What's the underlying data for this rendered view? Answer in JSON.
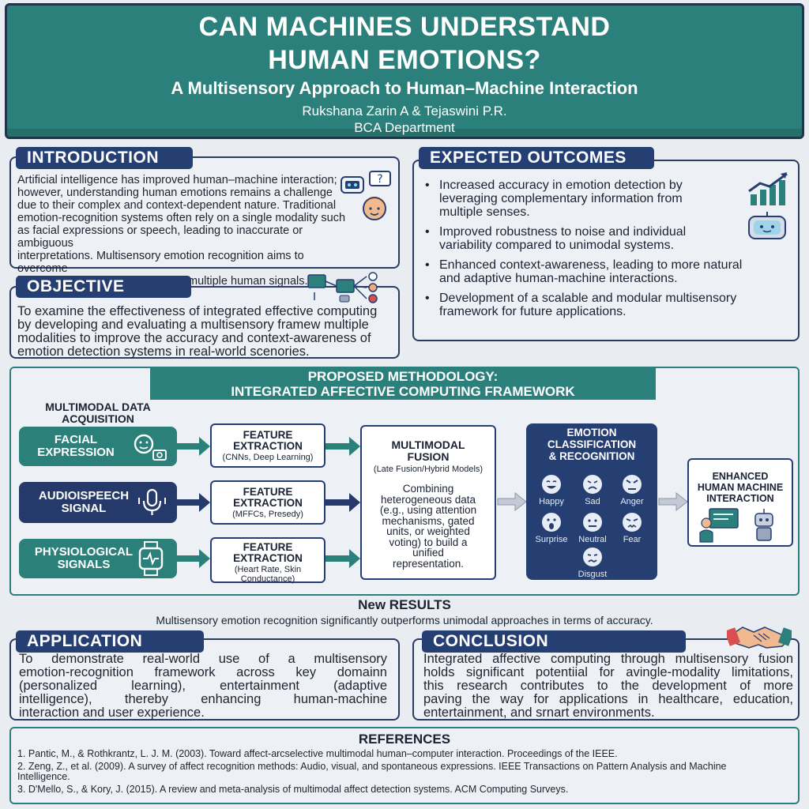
{
  "header": {
    "title_line1": "CAN MACHINES UNDERSTAND",
    "title_line2": "HUMAN EMOTIONS?",
    "subtitle": "A Multisensory Approach to Human–Machine Interaction",
    "authors": "Rukshana Zarin A & Tejaswini P.R.",
    "department": "BCA Department"
  },
  "introduction": {
    "heading": "INTRODUCTION",
    "text_lines": [
      "Artificial intelligence has improved human–machine interaction;",
      "however, understanding human emotions remains a challenge",
      "due to their complex and context-dependent nature. Traditional",
      "emotion-recognition systems often rely on a single modality such",
      "as facial expressions or speech, leading to inaccurate or ambiguous",
      "interpretations. Multisensory emotion recognition aims to overcome",
      "inherent limitations by integrating multiple human signals."
    ]
  },
  "objective": {
    "heading": "OBJECTIVE",
    "text_lines": [
      "To examine the effectiveness of integrated effective computing",
      "by developing and evaluating a multisensory framew multiple",
      "modalities to improve the accuracy and context-awareness of",
      "emotion detection systems in real-world scenories."
    ]
  },
  "outcomes": {
    "heading": "EXPECTED OUTCOMES",
    "items": [
      [
        "Increased accuracy in emotion detection by",
        "leveraging complementary information from",
        "multiple senses."
      ],
      [
        "Improved robustness to noise and individual",
        "variability compared to unimodal systems."
      ],
      [
        "Enhanced context-awareness, leading to more natural",
        "and adaptive human-machine interactions."
      ],
      [
        "Development of a scalable and modular multisensory",
        "framework for future applications."
      ]
    ]
  },
  "methodology": {
    "title_line1": "PROPOSED METHODOLOGY:",
    "title_line2": "INTEGRATED AFFECTIVE COMPUTING FRAMEWORK",
    "acquisition_label_line1": "MULTIMODAL DATA",
    "acquisition_label_line2": "ACQUISITION",
    "inputs": [
      {
        "line1": "FACIAL",
        "line2": "EXPRESSION"
      },
      {
        "line1": "AUDIOISPEECH",
        "line2": "SIGNAL"
      },
      {
        "line1": "PHYSIOLOGICAL",
        "line2": "SIGNALS"
      }
    ],
    "features": [
      {
        "title_line1": "FEATURE",
        "title_line2": "EXTRACTION",
        "sub_line1": "(CNNs, Deep Learning)",
        "sub_line2": ""
      },
      {
        "title_line1": "FEATURE",
        "title_line2": "EXTRACTION",
        "sub_line1": "(MFFCs, Presedy)",
        "sub_line2": ""
      },
      {
        "title_line1": "FEATURE",
        "title_line2": "EXTRACTION",
        "sub_line1": "(Heart Rate, Skin",
        "sub_line2": "Conductance)"
      }
    ],
    "fusion": {
      "title_line1": "MULTIMODAL",
      "title_line2": "FUSION",
      "sub": "(Late Fusion/Hybrid Models)",
      "body_lines": [
        "Combining",
        "heterogeneous data",
        "(e.g., using attention",
        "mechanisms, gated",
        "units, or weighted",
        "voting) to build a",
        "unified",
        "representation."
      ]
    },
    "classification": {
      "title_line1": "EMOTION",
      "title_line2": "CLASSIFICATION",
      "title_line3": "& RECOGNITION",
      "emotions": [
        "Happy",
        "Sad",
        "Anger",
        "Surprise",
        "Neutral",
        "Fear",
        "Disgust"
      ]
    },
    "output": {
      "line1": "ENHANCED",
      "line2": "HUMAN MACHINE",
      "line3": "INTERACTION"
    }
  },
  "results": {
    "heading": "New RESULTS",
    "text": "Multisensory emotion recognition significantly outperforms unimodal approaches in terms of accuracy."
  },
  "application": {
    "heading": "APPLICATION",
    "text_lines": [
      "To demonstrate real-world use of a multisensory",
      "emotion-recognition framework across key domainn",
      "(personalized learning), entertainment (adaptive",
      "intelligence), thereby enhancing human-machine",
      "interaction and user experience."
    ]
  },
  "conclusion": {
    "heading": "CONCLUSION",
    "text_lines": [
      "Integrated affective computing through multisensory fusion",
      "holds significant potentiial for avingle-modality limitations,",
      "this research contributes to the development of more",
      "paving the way for applications in healthcare, education,",
      "entertainment, and srnart environments."
    ]
  },
  "references": {
    "heading": "REFERENCES",
    "items": [
      "1. Pantic, M., & Rothkrantz, L. J. M. (2003). Toward affect-arcselective multimodal human–computer interaction. Proceedings of the IEEE.",
      "2. Zeng, Z., et al. (2009). A survey of affect recognition methods: Audio, visual, and spontaneous expressions. IEEE Transactions on Pattern Analysis and Machine",
      "Intelligence.",
      "3. D'Mello, S., & Kory, J. (2015). A review and meta-analysis of multimodal affect detection systems. ACM Computing Surveys."
    ]
  },
  "colors": {
    "teal": "#2c807b",
    "navy": "#263f73",
    "background": "#e9ecf1"
  }
}
